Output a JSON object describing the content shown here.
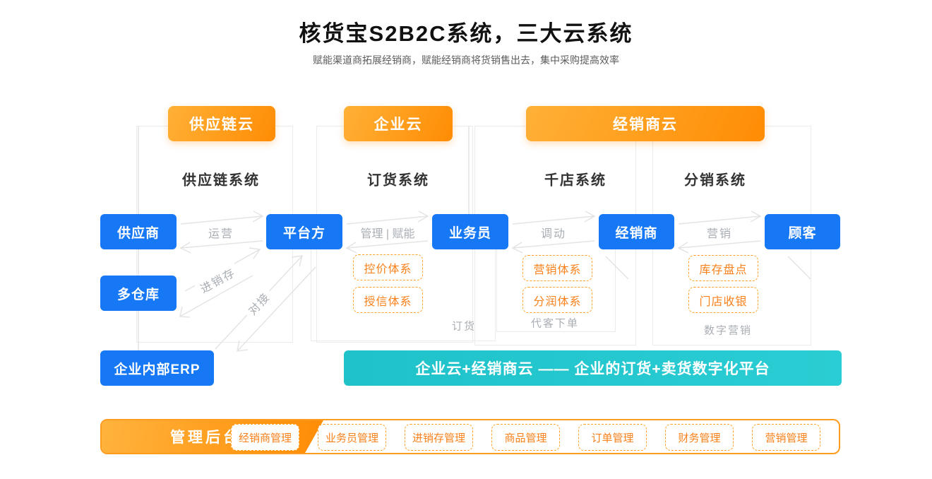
{
  "page": {
    "title": "核货宝S2B2C系统，三大云系统",
    "subtitle": "赋能渠道商拓展经销商，赋能经销商将货销售出去，集中采购提高效率"
  },
  "clouds": {
    "supply": "供应链云",
    "enterprise": "企业云",
    "distributor": "经销商云"
  },
  "systems": {
    "supply_chain": "供应链系统",
    "ordering": "订货系统",
    "thousand_store": "千店系统",
    "distribution": "分销系统"
  },
  "nodes": {
    "supplier": "供应商",
    "multi_warehouse": "多仓库",
    "internal_erp": "企业内部ERP",
    "platform": "平台方",
    "salesman": "业务员",
    "distributor": "经销商",
    "customer": "顾客"
  },
  "flows": {
    "operation": "运营",
    "inventory": "进销存",
    "connect": "对接",
    "manage_empower": "管理 | 赋能",
    "mobilize": "调动",
    "marketing": "营销",
    "ordering": "订货",
    "order_for_customer": "代客下单",
    "digital_marketing": "数字营销"
  },
  "capabilities": {
    "price_control": "控价体系",
    "credit": "授信体系",
    "marketing_system": "营销体系",
    "profit_sharing": "分润体系",
    "stock_check": "库存盘点",
    "store_cashier": "门店收银"
  },
  "banner": {
    "text": "企业云+经销商云 —— 企业的订货+卖货数字化平台"
  },
  "admin": {
    "title": "管理后台",
    "items": [
      {
        "label": "经销商管理"
      },
      {
        "label": "业务员管理"
      },
      {
        "label": "进销存管理"
      },
      {
        "label": "商品管理"
      },
      {
        "label": "订单管理"
      },
      {
        "label": "财务管理"
      },
      {
        "label": "营销管理"
      }
    ]
  },
  "colors": {
    "blue": "#1678f4",
    "orange": "#ff8c04",
    "orange_light": "#ffb137",
    "teal": "#24c6cd",
    "dashed_border": "#ffa126",
    "dashed_text": "#f8811b",
    "gray_line": "#ebebeb",
    "gray_label": "#a9aeb4"
  }
}
